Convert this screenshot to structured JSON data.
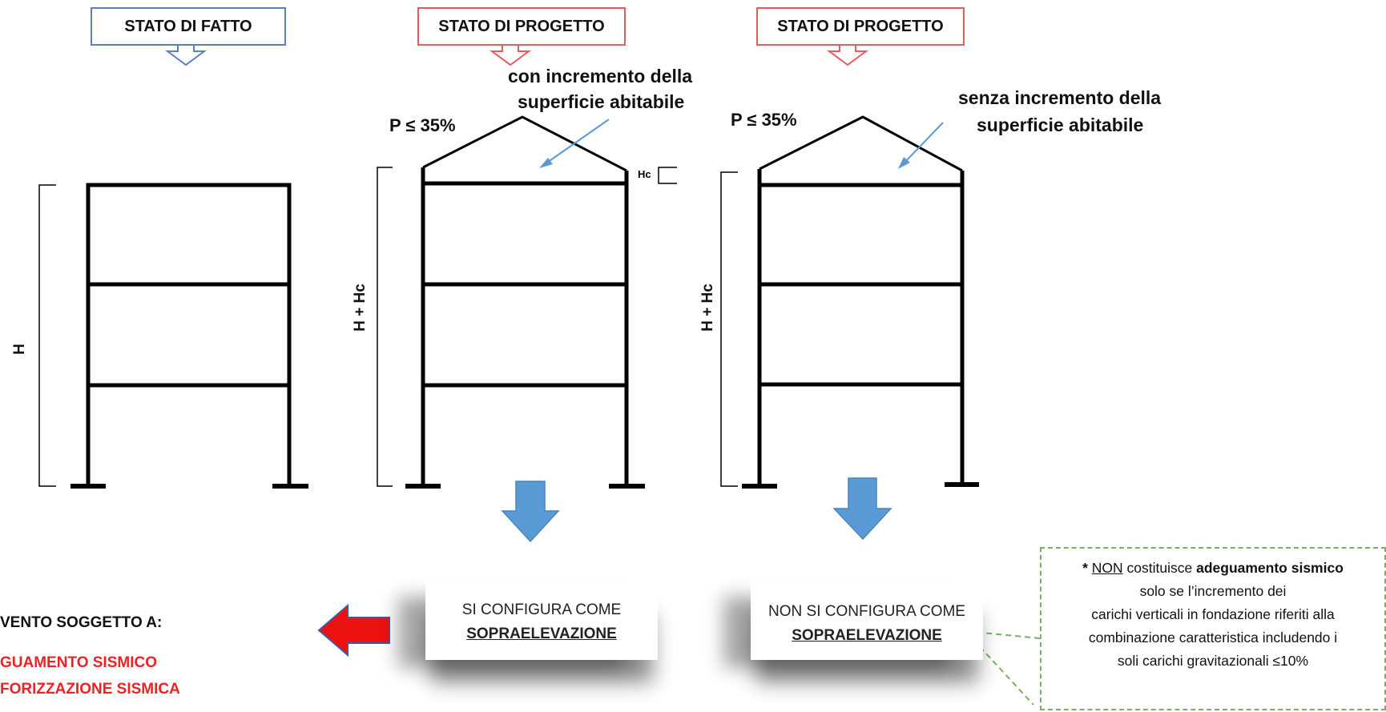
{
  "headers": {
    "existing": "STATO DI FATTO",
    "project_a": "STATO DI PROGETTO",
    "project_b": "STATO DI PROGETTO"
  },
  "frames": {
    "existing": {
      "height_label": "H"
    },
    "project_a": {
      "height_label": "H + Hc",
      "slope_label": "P ≤ 35%",
      "hc_label": "Hc",
      "note_line1": "con incremento della",
      "note_line2": "superficie abitabile"
    },
    "project_b": {
      "height_label": "H + Hc",
      "slope_label": "P ≤ 35%",
      "note_line1": "senza incremento della",
      "note_line2": "superficie abitabile"
    }
  },
  "results": {
    "a_line1": "SI CONFIGURA COME",
    "a_line2": "SOPRAELEVAZIONE",
    "b_line1": "NON SI CONFIGURA COME",
    "b_line2": "SOPRAELEVAZIONE"
  },
  "condition": {
    "star": "* ",
    "non": "NON",
    "t1": " costituisce ",
    "bold1": "adeguamento sismico",
    "line2": "solo se l’incremento dei",
    "line3": "carichi verticali in fondazione riferiti alla",
    "line4": "combinazione caratteristica includendo i",
    "line5": "soli carichi gravitazionali ≤10%"
  },
  "left_panel": {
    "title": "VENTO SOGGETTO A:",
    "item1": "GUAMENTO SISMICO",
    "item2": "FORIZZAZIONE SISMICA"
  },
  "colors": {
    "blue_arrow": "#5b9bd5",
    "red_arrow": "#ee1111",
    "blue_border": "#5b7fc6",
    "red_border": "#e35d5d",
    "green_dash": "#78b061",
    "pointer": "#5b9bd5"
  }
}
